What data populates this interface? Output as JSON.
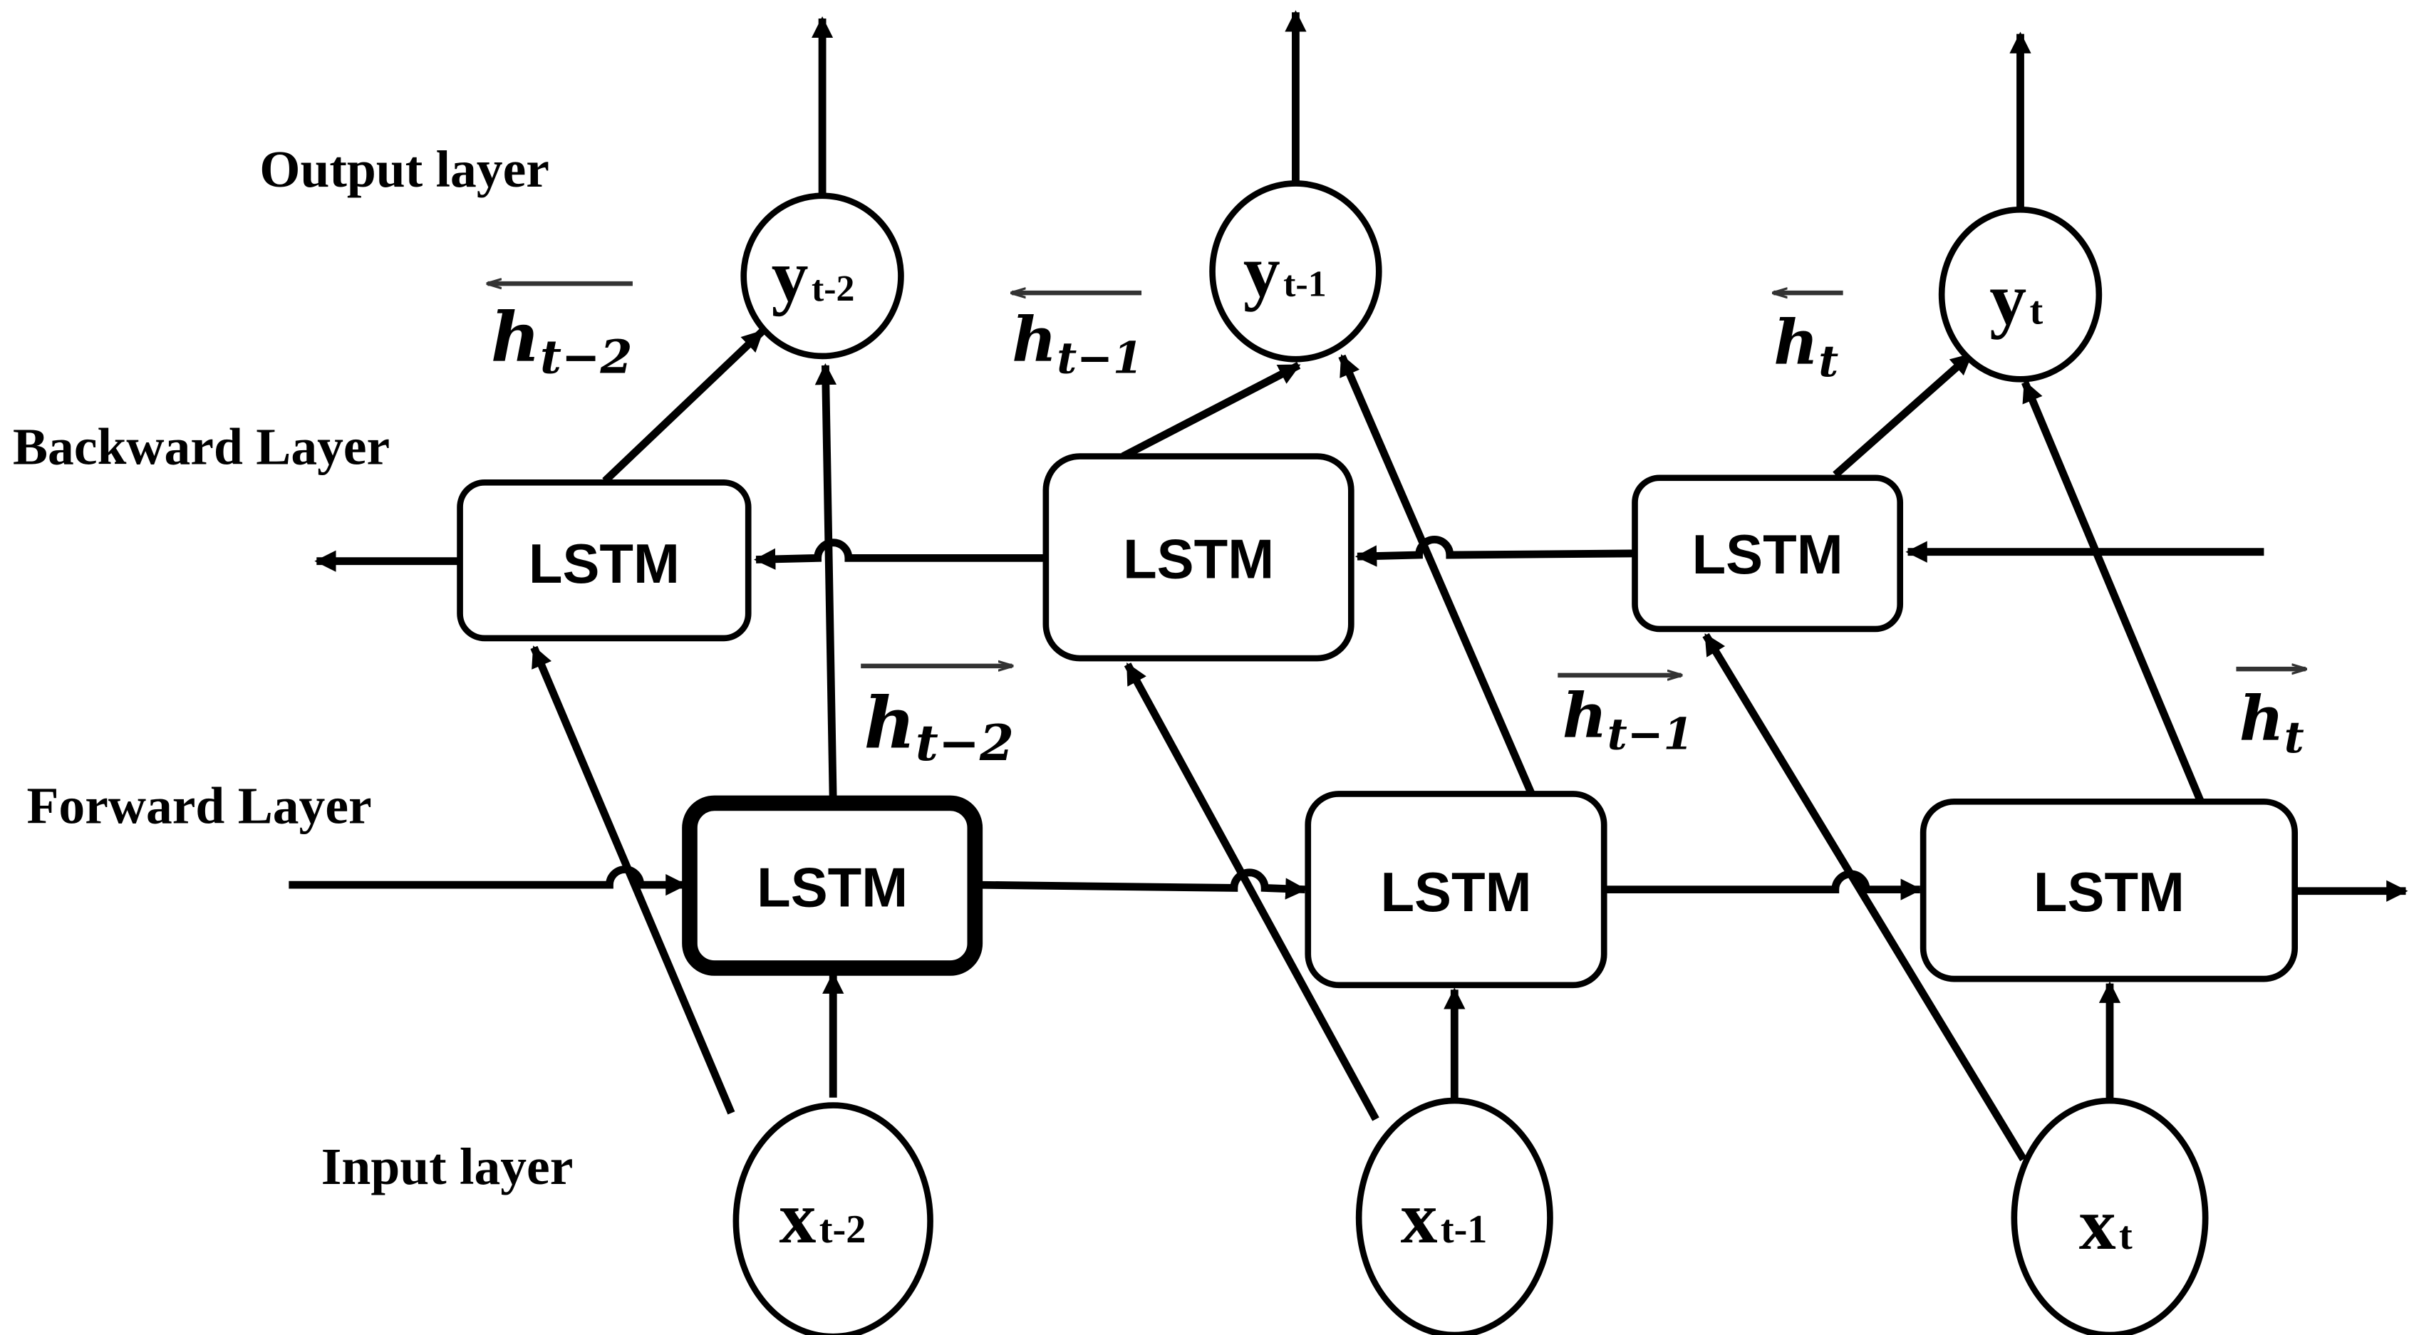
{
  "layers": {
    "output": "Output layer",
    "backward": "Backward Layer",
    "forward": "Forward Layer",
    "input": "Input layer"
  },
  "lstm_label": "LSTM",
  "outputs": [
    {
      "main": "y",
      "sub": "t-2"
    },
    {
      "main": "y",
      "sub": "t-1"
    },
    {
      "main": "y",
      "sub": "t"
    }
  ],
  "inputs": [
    {
      "main": "x",
      "sub": "t-2"
    },
    {
      "main": "x",
      "sub": "t-1"
    },
    {
      "main": "x",
      "sub": "t"
    }
  ],
  "hidden_states": {
    "backward": [
      {
        "main": "h",
        "sub": "t−2"
      },
      {
        "main": "h",
        "sub": "t−1"
      },
      {
        "main": "h",
        "sub": "t"
      }
    ],
    "forward": [
      {
        "main": "h",
        "sub": "t−2"
      },
      {
        "main": "h",
        "sub": "t−1"
      },
      {
        "main": "h",
        "sub": "t"
      }
    ]
  }
}
